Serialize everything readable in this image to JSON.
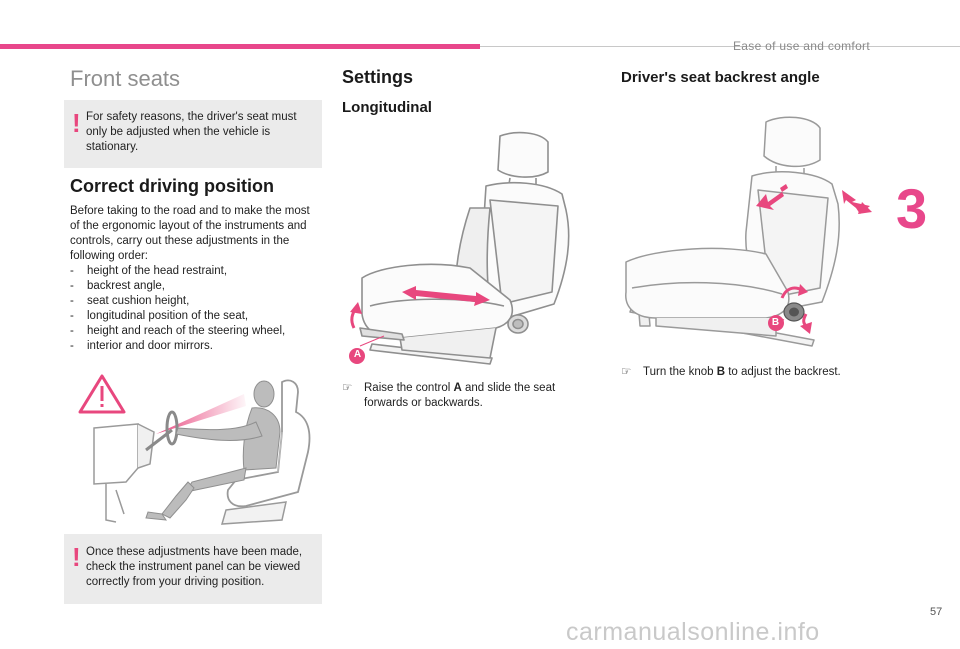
{
  "header": {
    "chapter_title": "Ease of use and comfort",
    "chapter_number": "3"
  },
  "left": {
    "title": "Front seats",
    "warning_top": [
      "For safety reasons, the driver's seat must",
      "only be adjusted when the vehicle is",
      "stationary."
    ],
    "section_title": "Correct driving position",
    "intro": [
      "Before taking to the road and to make the most",
      "of the ergonomic layout of the instruments and",
      "controls, carry out these adjustments in the",
      "following order:"
    ],
    "order": [
      "height of the head restraint,",
      "backrest angle,",
      "seat cushion height,",
      "longitudinal position of the seat,",
      "height and reach of the steering wheel,",
      "interior and door mirrors."
    ],
    "warning_bottom": [
      "Once these adjustments have been made,",
      "check the instrument panel can be viewed",
      "correctly from your driving position."
    ]
  },
  "middle": {
    "title": "Settings",
    "subtitle": "Longitudinal",
    "control_label": "A",
    "instruction_bullet": "",
    "instruction_pre": "Raise the control ",
    "instruction_key": "A",
    "instruction_post": " and slide the seat",
    "instruction_line2": "forwards or backwards."
  },
  "right": {
    "title": "Driver's seat backrest angle",
    "control_label": "B",
    "instruction_bullet": "",
    "instruction_pre": "Turn the knob ",
    "instruction_key": "B",
    "instruction_post": " to adjust the backrest."
  },
  "footer": {
    "page_number": "57",
    "watermark": "carmanualsonline.info"
  },
  "colors": {
    "accent": "#e8478b",
    "warning_bg": "#ebebeb"
  }
}
